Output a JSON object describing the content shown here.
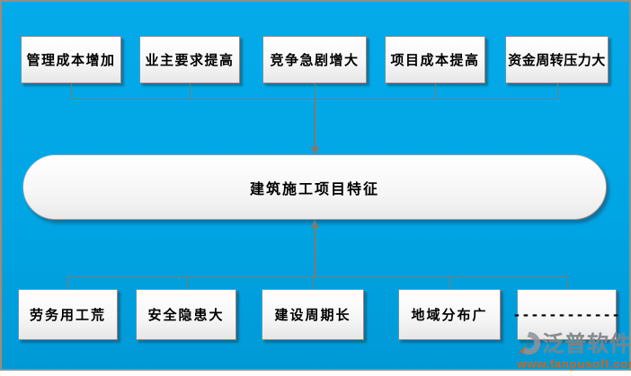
{
  "diagram": {
    "center": {
      "label": "建筑施工项目特征"
    },
    "top_row": [
      {
        "label": "管理成本增加"
      },
      {
        "label": "业主要求提高"
      },
      {
        "label": "竞争急剧增大"
      },
      {
        "label": "项目成本提高"
      },
      {
        "label": "资金周转压力大"
      }
    ],
    "bottom_row": [
      {
        "label": "劳务用工荒"
      },
      {
        "label": "安全隐患大"
      },
      {
        "label": "建设周期长"
      },
      {
        "label": "地域分布广"
      },
      {
        "label": "------------"
      }
    ]
  },
  "watermark": {
    "brand": "泛普软件",
    "url": "www.fanpusoft.com"
  },
  "colors": {
    "background": "#00A6E4",
    "box_border": "#8A8A8A",
    "connector": "#7D7A72",
    "watermark_brand": "#7B848B",
    "watermark_url": "#D2651A"
  }
}
